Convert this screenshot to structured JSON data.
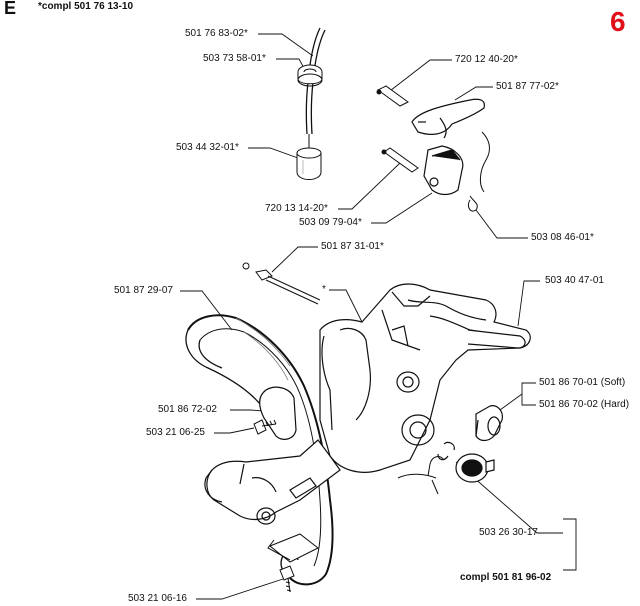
{
  "header": {
    "section_letter": "E",
    "compl_note": "*compl 501 76 13-10",
    "page_number": "6",
    "page_number_color": "#e0101a"
  },
  "parts": {
    "p_501_76_83_02": "501 76 83-02*",
    "p_503_73_58_01": "503 73 58-01*",
    "p_503_44_32_01": "503 44 32-01*",
    "p_720_12_40_20": "720 12 40-20*",
    "p_501_87_77_02": "501 87 77-02*",
    "p_720_13_14_20": "720 13 14-20*",
    "p_503_09_79_04": "503 09 79-04*",
    "p_503_08_46_01": "503 08 46-01*",
    "p_501_87_31_01": "501 87 31-01*",
    "p_501_87_29_07": "501 87 29-07",
    "p_asterisk": "*",
    "p_503_40_47_01": "503 40 47-01",
    "p_501_86_70_01": "501 86 70-01 (Soft)",
    "p_501_86_70_02": "501 86 70-02 (Hard)",
    "p_501_86_72_02": "501 86 72-02",
    "p_503_21_06_25": "503 21 06-25",
    "p_503_26_30_17": "503 26 30-17",
    "p_compl_501_81_96_02": "compl 501 81 96-02",
    "p_503_21_06_16": "503 21 06-16"
  }
}
